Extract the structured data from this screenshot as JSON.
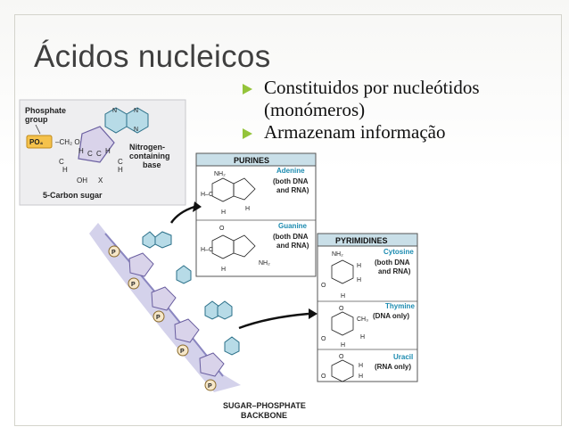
{
  "slide": {
    "title": "Ácidos nucleicos",
    "bullets": [
      {
        "text": "Constituidos por nucleótidos",
        "cont": "(monómeros)"
      },
      {
        "text": "Armazenam informação",
        "cont": ""
      }
    ],
    "accent_color": "#94c43a"
  },
  "nucleotide": {
    "phosphate_label_1": "Phosphate",
    "phosphate_label_2": "group",
    "po4": "PO₄",
    "nitrogen_label_1": "Nitrogen-",
    "nitrogen_label_2": "containing",
    "nitrogen_label_3": "base",
    "sugar_label": "5-Carbon sugar",
    "oh": "OH",
    "x": "X"
  },
  "purines": {
    "header": "PURINES",
    "adenine": "Adenine",
    "adenine_note_1": "(both DNA",
    "adenine_note_2": "and RNA)",
    "guanine": "Guanine",
    "guanine_note_1": "(both DNA",
    "guanine_note_2": "and RNA)",
    "nh2": "NH₂",
    "nh2b": "NH₂"
  },
  "pyrimidines": {
    "header": "PYRIMIDINES",
    "cytosine": "Cytosine",
    "cytosine_note_1": "(both DNA",
    "cytosine_note_2": "and RNA)",
    "thymine": "Thymine",
    "thymine_note": "(DNA only)",
    "uracil": "Uracil",
    "uracil_note": "(RNA only)",
    "nh2": "NH₂",
    "ch3": "CH₃"
  },
  "backbone": {
    "label_1": "SUGAR–PHOSPHATE",
    "label_2": "BACKBONE",
    "p": "P"
  },
  "colors": {
    "title_text": "#3f3f3f",
    "heading_bar": "#c9dfe8",
    "base_blue": "#b7dbe7",
    "sugar_purple": "#d9d3ea",
    "phosphate_tan": "#f6e7c9",
    "po4_orange": "#f5c24c",
    "backbone_band": "#c9c7e6",
    "name_teal": "#1c8bb0"
  }
}
